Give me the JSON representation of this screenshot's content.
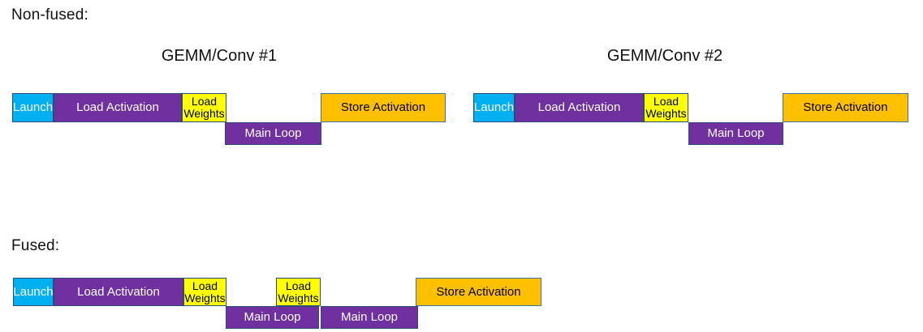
{
  "palette": {
    "launch_fill": "#00B0F0",
    "purple_fill": "#7030A0",
    "weights_fill": "#FFFF00",
    "store_fill": "#FFC000",
    "border_dark": "#2E4A7A",
    "border_store": "#41719C",
    "text_on_dark": "#FFFFFF",
    "text_on_light": "#000000"
  },
  "sections": {
    "non_fused": {
      "label": "Non-fused:",
      "groups": [
        {
          "title": "GEMM/Conv #1",
          "blocks": {
            "launch": "Launch",
            "load_activation": "Load Activation",
            "load_weights": "Load Weights",
            "main_loop": "Main Loop",
            "store_activation": "Store Activation"
          }
        },
        {
          "title": "GEMM/Conv #2",
          "blocks": {
            "launch": "Launch",
            "load_activation": "Load Activation",
            "load_weights": "Load Weights",
            "main_loop": "Main Loop",
            "store_activation": "Store Activation"
          }
        }
      ]
    },
    "fused": {
      "label": "Fused:",
      "blocks": {
        "launch": "Launch",
        "load_activation": "Load Activation",
        "load_weights_1": "Load Weights",
        "main_loop_1": "Main Loop",
        "load_weights_2": "Load Weights",
        "main_loop_2": "Main Loop",
        "store_activation": "Store Activation"
      }
    }
  }
}
